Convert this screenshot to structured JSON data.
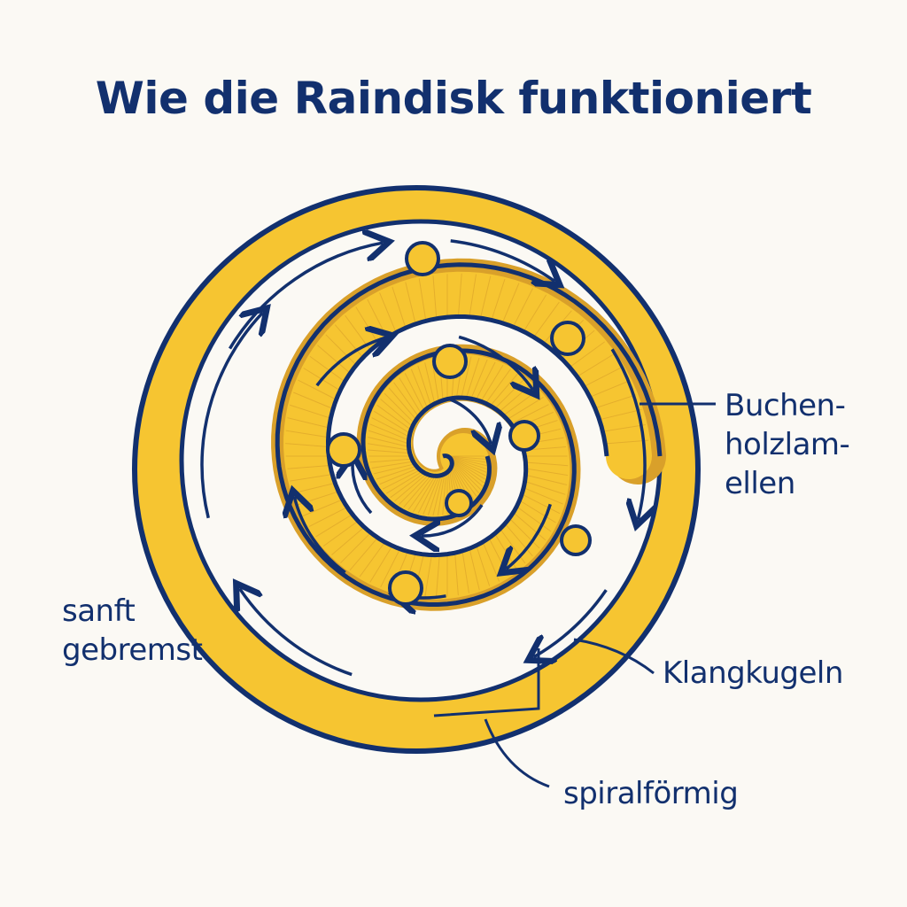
{
  "title": "Wie die Raindisk funktioniert",
  "labels": {
    "buchen": [
      "Buchen-",
      "holzlam-",
      "ellen"
    ],
    "klangkugeln": "Klangkugeln",
    "sanft": [
      "sanft",
      "gebremst"
    ],
    "spiral": "spiralförmig"
  },
  "colors": {
    "navy": "#12306e",
    "yellow": "#f6c531",
    "ochre": "#d9a02a",
    "background": "#fbf9f4"
  }
}
